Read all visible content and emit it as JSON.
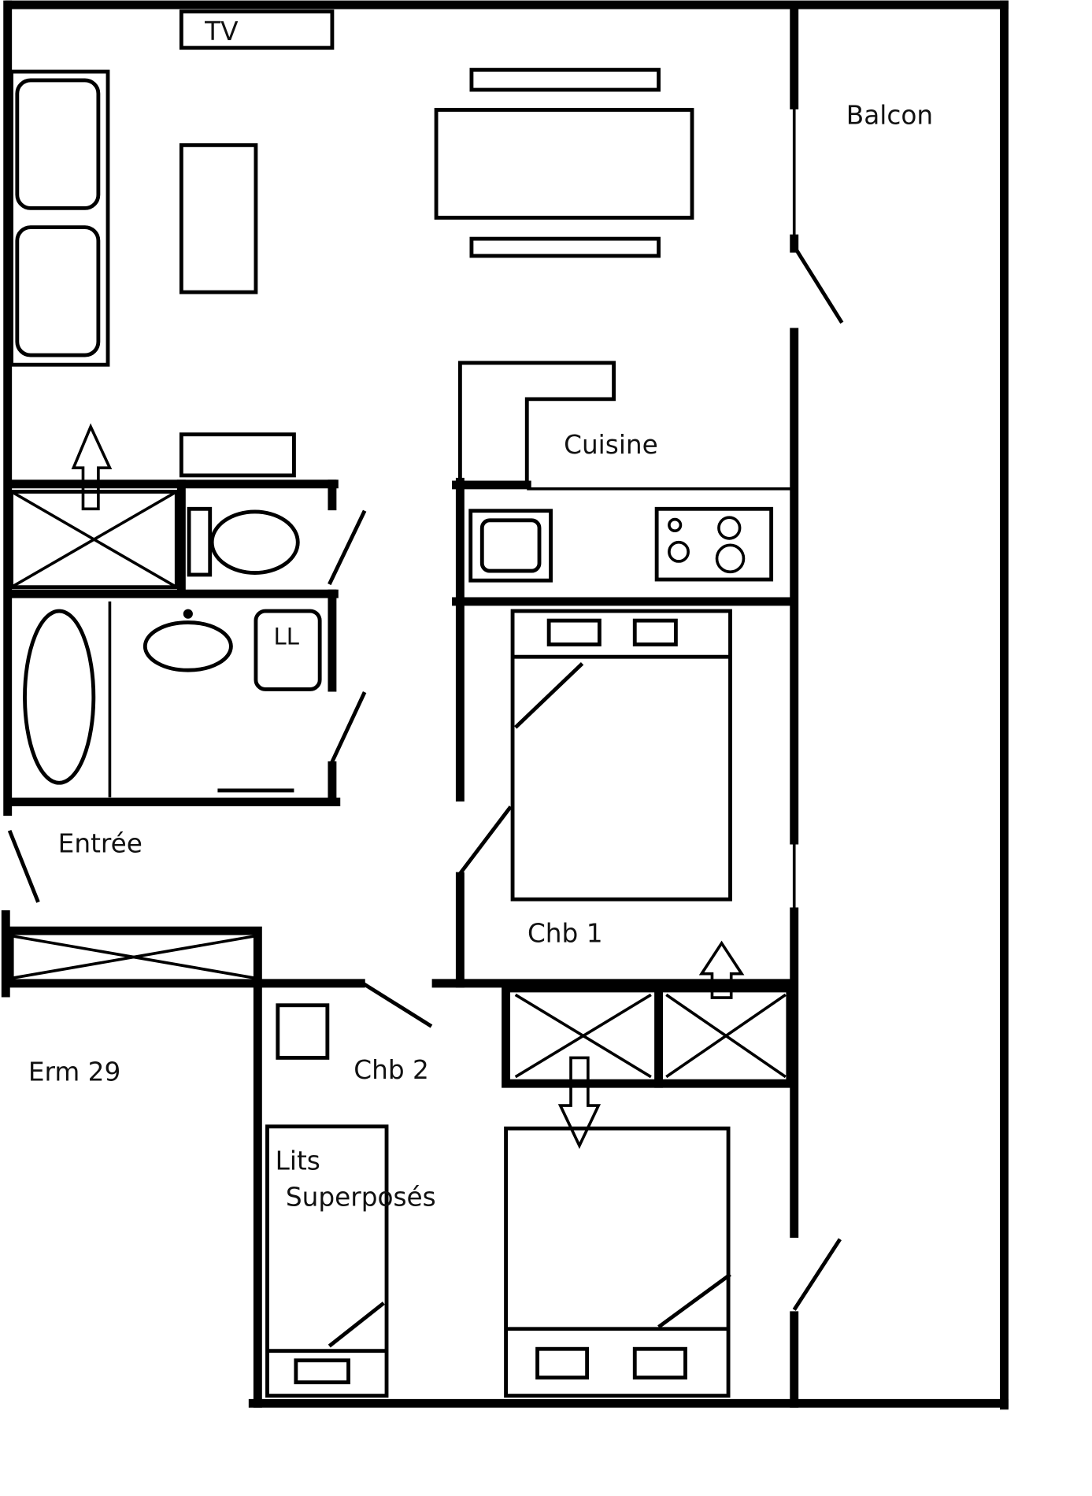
{
  "plan": {
    "labels": {
      "tv": "TV",
      "balcony": "Balcon",
      "kitchen": "Cuisine",
      "washing_machine": "LL",
      "entrance": "Entrée",
      "bedroom1": "Chb 1",
      "apartment": "Erm 29",
      "bedroom2": "Chb 2",
      "bunk_beds_line1": "Lits",
      "bunk_beds_line2": "Superposés"
    }
  }
}
